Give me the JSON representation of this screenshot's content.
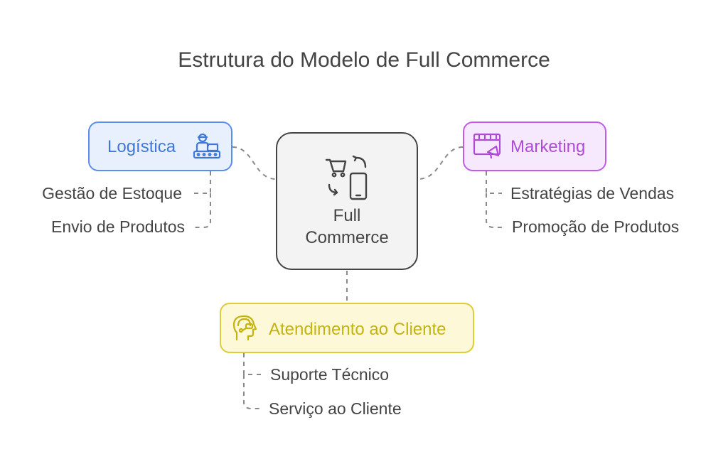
{
  "title": "Estrutura do Modelo de Full Commerce",
  "center": {
    "label_line1": "Full",
    "label_line2": "Commerce",
    "icon": "shopping-cart-phone-icon"
  },
  "branches": {
    "logistics": {
      "label": "Logística",
      "icon": "warehouse-worker-icon",
      "color": "#5b8def",
      "items": [
        "Gestão de Estoque",
        "Envio de Produtos"
      ]
    },
    "marketing": {
      "label": "Marketing",
      "icon": "billboard-megaphone-icon",
      "color": "#c35bea",
      "items": [
        "Estratégias de Vendas",
        "Promoção de Produtos"
      ]
    },
    "customer_service": {
      "label": "Atendimento ao Cliente",
      "icon": "headset-support-icon",
      "color": "#ddcd3a",
      "items": [
        "Suporte Técnico",
        "Serviço ao Cliente"
      ]
    }
  }
}
